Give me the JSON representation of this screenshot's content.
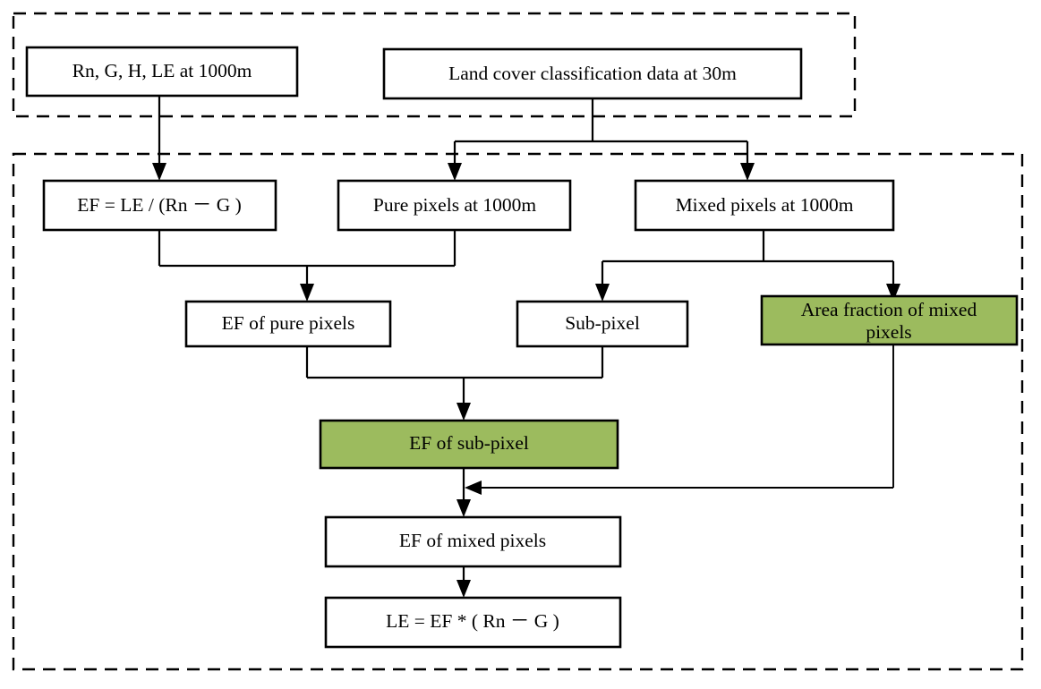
{
  "diagram": {
    "title": "EF sub-pixel downscaling flowchart",
    "colors": {
      "highlight_fill": "#9CBB5E",
      "box_fill": "#FFFFFF",
      "stroke": "#000000"
    },
    "groups": [
      {
        "id": "input-group",
        "name": "input-data-group"
      },
      {
        "id": "process-group",
        "name": "processing-group"
      }
    ],
    "nodes": {
      "rn_g_h_le": "Rn, G, H, LE at 1000m",
      "land_cover": "Land cover classification data at 30m",
      "ef_formula": "EF = LE / (Rn － G )",
      "pure_pixels": "Pure pixels at 1000m",
      "mixed_pixels": "Mixed pixels at 1000m",
      "ef_pure_pixels": "EF of pure pixels",
      "sub_pixel": "Sub-pixel",
      "area_fraction_line1": "Area fraction of mixed",
      "area_fraction_line2": "pixels",
      "ef_sub_pixel": "EF of sub-pixel",
      "ef_mixed_pixels": "EF of mixed pixels",
      "le_formula": "LE = EF * ( Rn － G )"
    }
  }
}
